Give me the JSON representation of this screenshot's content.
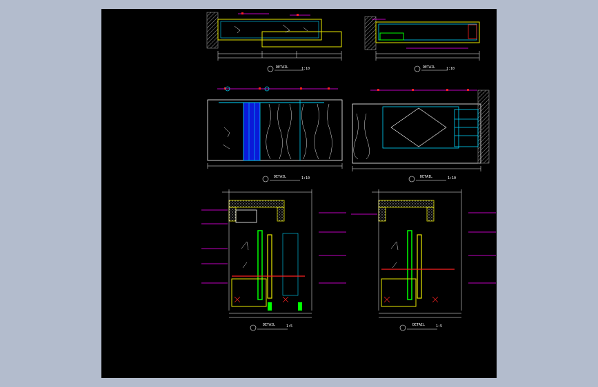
{
  "viewer": {
    "background": "#b3bccd",
    "canvas_background": "#000000"
  },
  "colors": {
    "yellow": "#e8e800",
    "cyan": "#00d8ff",
    "magenta": "#ff00ff",
    "red": "#ff2020",
    "white": "#ffffff",
    "green": "#00ff00",
    "blue": "#0a1ad8",
    "grey": "#9a9a9a",
    "wood": "#bdbdbd"
  },
  "panels": [
    {
      "id": "plan-left",
      "title": "DETAIL",
      "scale": "1:10"
    },
    {
      "id": "plan-right",
      "title": "DETAIL",
      "scale": "1:10"
    },
    {
      "id": "elev-left",
      "title": "DETAIL",
      "scale": "1:10"
    },
    {
      "id": "elev-right",
      "title": "DETAIL",
      "scale": "1:10"
    },
    {
      "id": "sect-left",
      "title": "DETAIL",
      "scale": "1:5"
    },
    {
      "id": "sect-right",
      "title": "DETAIL",
      "scale": "1:5"
    }
  ]
}
